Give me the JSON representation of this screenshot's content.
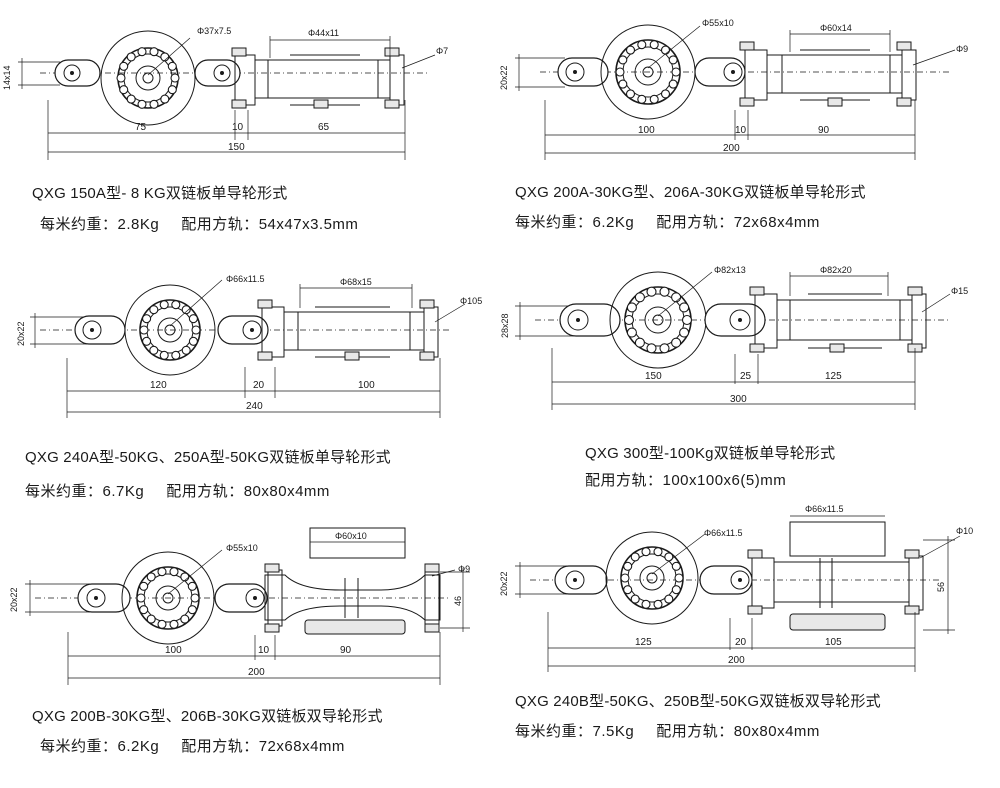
{
  "panels": [
    {
      "id": "p1",
      "dims": {
        "pin": "14x14",
        "roller": "Φ37x7.5",
        "guide": "Φ44x11",
        "hole": "Φ7",
        "a": "75",
        "b": "10",
        "c": "65",
        "total": "150"
      },
      "caption_model": "QXG 150A型- 8 KG双链板单导轮形式",
      "caption_weight": "每米约重：2.8Kg",
      "caption_rail": "配用方轨：54x47x3.5mm"
    },
    {
      "id": "p2",
      "dims": {
        "pin": "20x22",
        "roller": "Φ55x10",
        "guide": "Φ60x14",
        "hole": "Φ9",
        "a": "100",
        "b": "10",
        "c": "90",
        "total": "200"
      },
      "caption_model": "QXG 200A-30KG型、206A-30KG双链板单导轮形式",
      "caption_weight": "每米约重：6.2Kg",
      "caption_rail": "配用方轨：72x68x4mm"
    },
    {
      "id": "p3",
      "dims": {
        "pin": "20x22",
        "roller": "Φ66x11.5",
        "guide": "Φ68x15",
        "hole": "Φ105",
        "a": "120",
        "b": "20",
        "c": "100",
        "total": "240"
      },
      "caption_model": "QXG 240A型-50KG、250A型-50KG双链板单导轮形式",
      "caption_weight": "每米约重：6.7Kg",
      "caption_rail": "配用方轨：80x80x4mm"
    },
    {
      "id": "p4",
      "dims": {
        "pin": "28x28",
        "roller": "Φ82x13",
        "guide": "Φ82x20",
        "hole": "Φ15",
        "a": "150",
        "b": "25",
        "c": "125",
        "total": "300"
      },
      "caption_model": "QXG 300型-100Kg双链板单导轮形式",
      "caption_weight": "",
      "caption_rail": "配用方轨：100x100x6(5)mm"
    },
    {
      "id": "p5",
      "dims": {
        "pin": "20x22",
        "roller": "Φ55x10",
        "guide": "Φ60x10",
        "hole": "Φ9",
        "side": "46",
        "a": "100",
        "b": "10",
        "c": "90",
        "total": "200"
      },
      "caption_model": "QXG 200B-30KG型、206B-30KG双链板双导轮形式",
      "caption_weight": "每米约重：6.2Kg",
      "caption_rail": "配用方轨：72x68x4mm"
    },
    {
      "id": "p6",
      "dims": {
        "pin": "20x22",
        "roller": "Φ66x11.5",
        "guide": "Φ66x11.5",
        "hole": "Φ10",
        "side": "56",
        "a": "125",
        "b": "20",
        "c": "105",
        "total": "200"
      },
      "caption_model": "QXG 240B型-50KG、250B型-50KG双链板双导轮形式",
      "caption_weight": "每米约重：7.5Kg",
      "caption_rail": "配用方轨：80x80x4mm"
    }
  ]
}
